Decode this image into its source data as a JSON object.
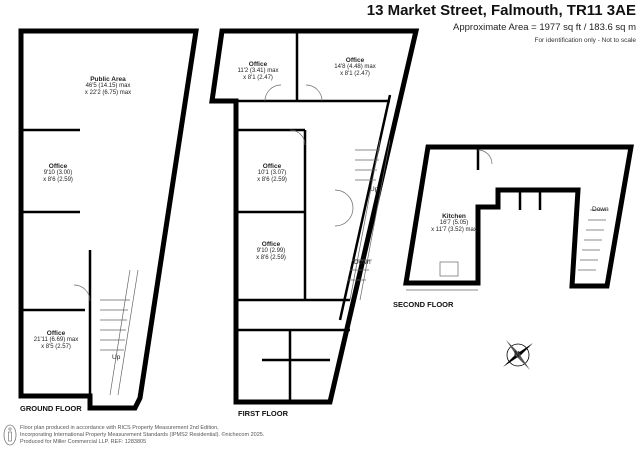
{
  "header": {
    "title": "13 Market Street, Falmouth, TR11 3AE",
    "area": "Approximate Area = 1977 sq ft / 183.6 sq m",
    "identification": "For identification only - Not to scale"
  },
  "floors": {
    "ground": "GROUND FLOOR",
    "first": "FIRST FLOOR",
    "second": "SECOND FLOOR"
  },
  "rooms": [
    {
      "name": "Public Area",
      "dim1": "46'5 (14.15) max",
      "dim2": "x 22'2 (6.75) max"
    },
    {
      "name": "Office",
      "dim1": "9'10 (3.00)",
      "dim2": "x 8'6 (2.59)"
    },
    {
      "name": "Office",
      "dim1": "21'11 (6.69) max",
      "dim2": "x 8'5 (2.57)"
    },
    {
      "name": "Office",
      "dim1": "11'2 (3.41) max",
      "dim2": "x 8'1 (2.47)"
    },
    {
      "name": "Office",
      "dim1": "14'8 (4.48) max",
      "dim2": "x 8'1 (2.47)"
    },
    {
      "name": "Office",
      "dim1": "10'1 (3.07)",
      "dim2": "x 8'6 (2.59)"
    },
    {
      "name": "Office",
      "dim1": "9'10 (2.99)",
      "dim2": "x 8'6 (2.59)"
    },
    {
      "name": "Kitchen",
      "dim1": "16'7 (5.05)",
      "dim2": "x 11'7 (3.52) max"
    }
  ],
  "stairs": {
    "up_ground": "Up",
    "up_first": "Up",
    "down_first": "Down",
    "down_second": "Down"
  },
  "compass": "N",
  "footer": {
    "line1": "Floor plan produced in accordance with RICS Property Measurement 2nd Edition,",
    "line2": "Incorporating International Property Measurement Standards (IPMS2 Residential).   ©nichecom 2025.",
    "line3": "Produced for Miller Commercial LLP.    REF:   1283805"
  }
}
